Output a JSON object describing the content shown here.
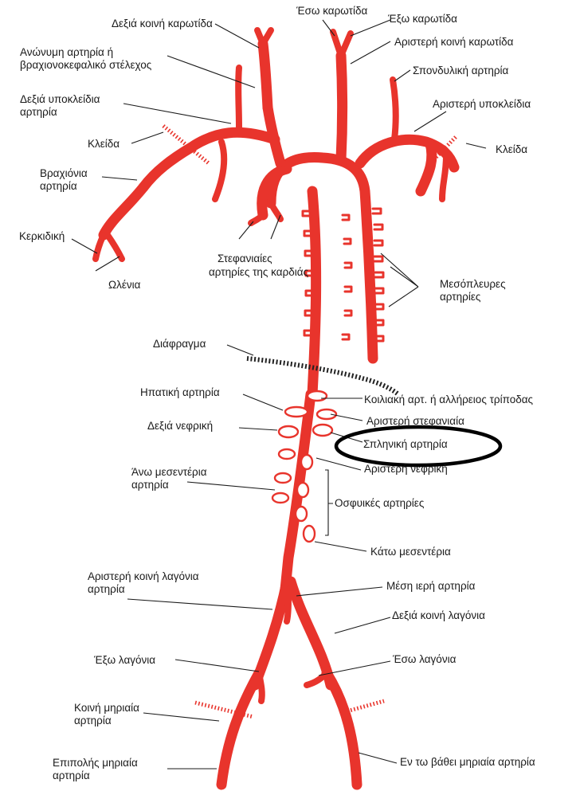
{
  "colors": {
    "artery": "#e8342c",
    "text": "#1a1a1a",
    "highlight_oval": "#000000",
    "background": "#ffffff"
  },
  "labels": {
    "right_common_carotid": "Δεξιά κοινή καρωτίδα",
    "internal_carotid": "Έσω καρωτίδα",
    "external_carotid": "Έξω καρωτίδα",
    "innominate_line1": "Ανώνυμη αρτηρία ή",
    "innominate_line2": "βραχιονοκεφαλικό στέλεχος",
    "left_common_carotid": "Αριστερή κοινή καρωτίδα",
    "vertebral": "Σπονδυλική αρτηρία",
    "right_subclavian_line1": "Δεξιά υποκλείδια",
    "right_subclavian_line2": "αρτηρία",
    "left_subclavian": "Αριστερή υποκλείδια",
    "clavicle_right": "Κλείδα",
    "clavicle_left": "Κλείδα",
    "brachial_line1": "Βραχιόνια",
    "brachial_line2": "αρτηρία",
    "radial": "Κερκιδική",
    "ulnar": "Ωλένια",
    "coronary_line1": "Στεφανιαίες",
    "coronary_line2": "αρτηρίες της καρδιάς",
    "intercostal_line1": "Μεσόπλευρες",
    "intercostal_line2": "αρτηρίες",
    "diaphragm": "Διάφραγμα",
    "hepatic": "Ηπατική αρτηρία",
    "celiac": "Κοιλιακή αρτ. ή αλλήρειος τρίποδας",
    "left_gastric": "Αριστερή στεφανιαία",
    "right_renal": "Δεξιά νεφρική",
    "splenic": "Σπληνική αρτηρία",
    "left_renal": "Αριστερή νεφρική",
    "superior_mesenteric_line1": "Άνω μεσεντέρια",
    "superior_mesenteric_line2": "αρτηρία",
    "lumbar": "Οσφυικές αρτηρίες",
    "inferior_mesenteric": "Κάτω μεσεντέρια",
    "left_common_iliac_line1": "Αριστερή κοινή λαγόνια",
    "left_common_iliac_line2": "αρτηρία",
    "median_sacral": "Μέση ιερή αρτηρία",
    "right_common_iliac": "Δεξιά κοινή λαγόνια",
    "external_iliac": "Έξω λαγόνια",
    "internal_iliac": "Έσω λαγόνια",
    "common_femoral_line1": "Κοινή μηριαία",
    "common_femoral_line2": "αρτηρία",
    "superficial_femoral_line1": "Επιπολής μηριαία",
    "superficial_femoral_line2": "αρτηρία",
    "deep_femoral": "Εν τω βάθει μηριαία αρτηρία"
  },
  "highlight": {
    "target": "splenic",
    "shape": "oval"
  }
}
